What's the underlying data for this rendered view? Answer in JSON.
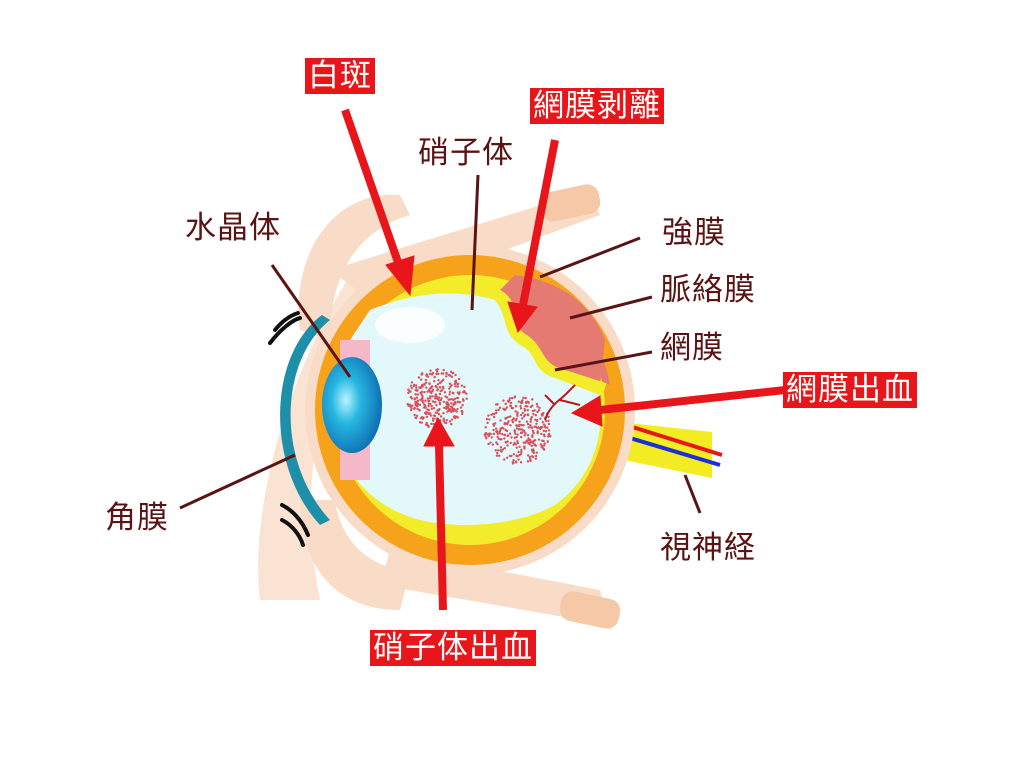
{
  "labels": {
    "leukoma": "白斑",
    "retinal_detachment": "網膜剥離",
    "vitreous": "硝子体",
    "lens": "水晶体",
    "sclera": "強膜",
    "choroid": "脈絡膜",
    "retina": "網膜",
    "retinal_hemorrhage": "網膜出血",
    "cornea": "角膜",
    "optic_nerve": "視神経",
    "vitreous_hemorrhage": "硝子体出血"
  },
  "colors": {
    "highlight": "#e8161a",
    "label_text": "#5b1414",
    "sclera": "#f7a21b",
    "retina": "#f2ec2a",
    "vitreous": "#e3f8fb",
    "lens": "#2aa6d9",
    "skin": "#f9d9c4"
  }
}
